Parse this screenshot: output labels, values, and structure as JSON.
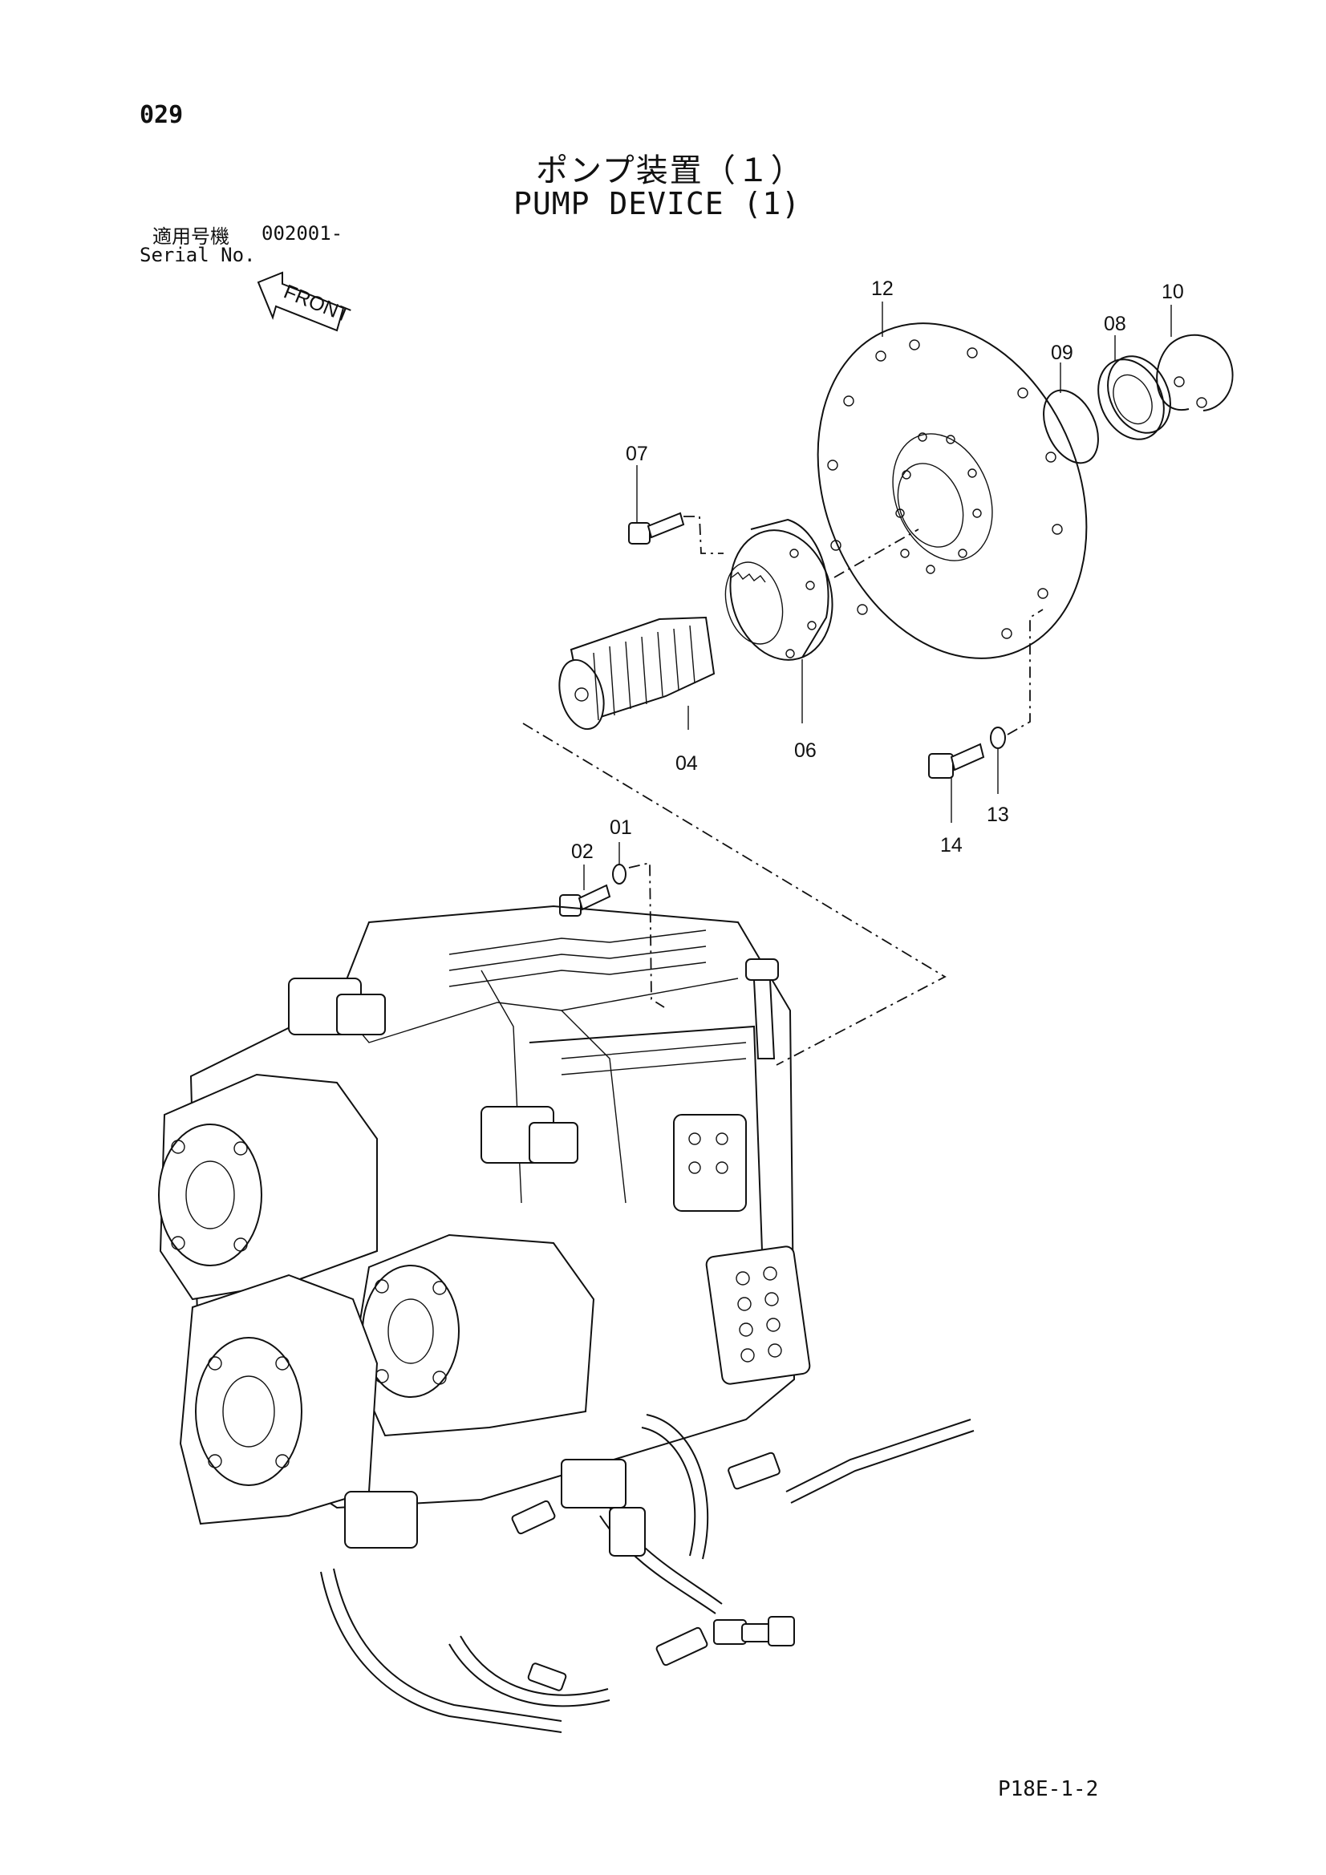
{
  "page_number": "029",
  "title_jp": "ポンプ装置（１）",
  "title_en": "PUMP DEVICE (1)",
  "serial_label_jp": "適用号機",
  "serial_value": "002001-",
  "serial_label_en": "Serial No.",
  "front_label": "FRONT",
  "doc_code": "P18E-1-2",
  "callouts": [
    "01",
    "02",
    "04",
    "06",
    "07",
    "08",
    "09",
    "10",
    "12",
    "13",
    "14"
  ]
}
